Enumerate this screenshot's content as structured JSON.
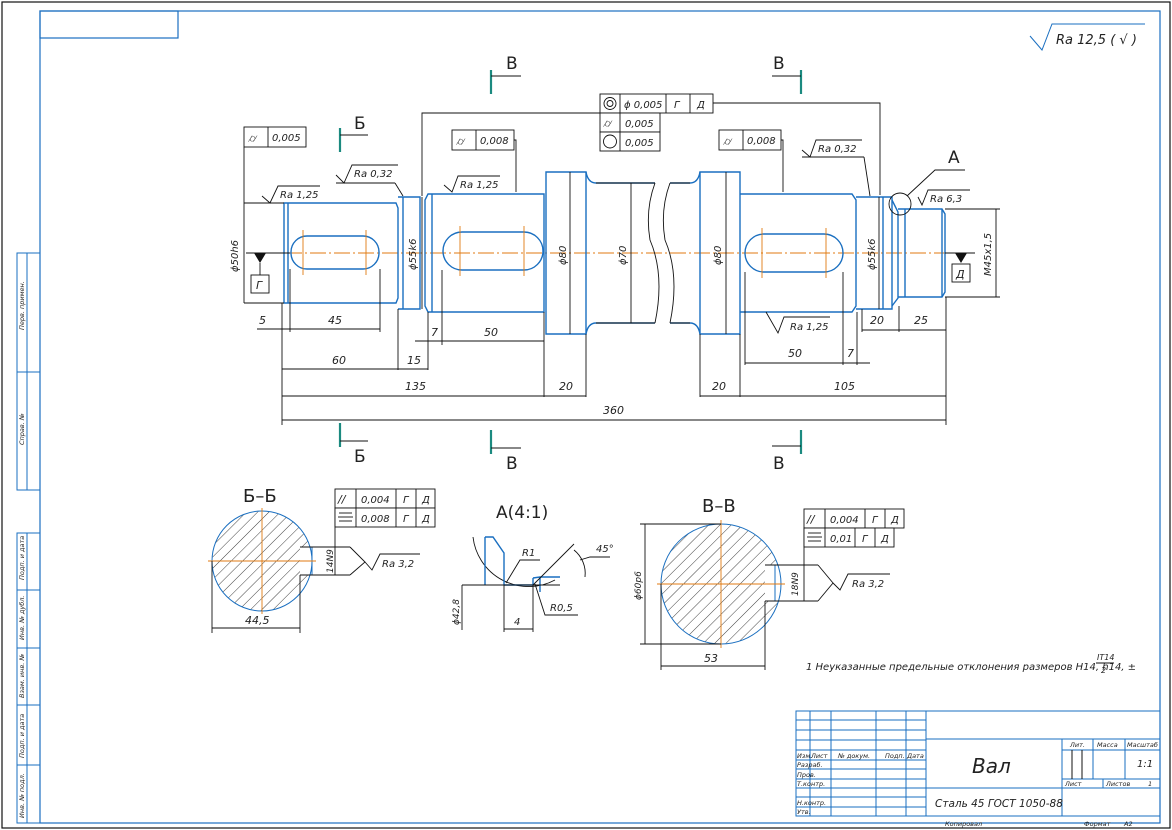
{
  "drawing": {
    "part_name": "Вал",
    "material": "Сталь 45 ГОСТ 1050-88",
    "general_roughness": "Ra 12,5 ( √ )",
    "note": "1 Неуказанные предельные отклонения размеров H14, h14, ±",
    "note_fraction_num": "IT14",
    "note_fraction_den": "2",
    "colors": {
      "outline": "#1a6fc0",
      "axis": "#e07a10",
      "section_marker": "#1b8a80",
      "dim": "#111111"
    }
  },
  "section_markers": {
    "b_top": "Б",
    "b_bottom": "Б",
    "v_top_left": "В",
    "v_top_right": "В",
    "v_bottom_left": "В",
    "v_bottom_right": "В",
    "detail_a": "А"
  },
  "tolerances": {
    "runout_left": {
      "symbol": "runout",
      "value": "0,005"
    },
    "runout_mid_left": {
      "symbol": "runout",
      "value": "0,008"
    },
    "runout_mid_right": {
      "symbol": "runout",
      "value": "0,008"
    },
    "center_block": [
      {
        "symbol": "concentricity",
        "value": "ϕ 0,005",
        "datum1": "Г",
        "datum2": "Д"
      },
      {
        "symbol": "cylindricity",
        "value": "0,005"
      },
      {
        "symbol": "roundness",
        "value": "0,005"
      }
    ],
    "section_bb": [
      {
        "symbol": "parallelism",
        "value": "0,004",
        "datum1": "Г",
        "datum2": "Д"
      },
      {
        "symbol": "symmetry",
        "value": "0,008",
        "datum1": "Г",
        "datum2": "Д"
      }
    ],
    "section_vv": [
      {
        "symbol": "parallelism",
        "value": "0,004",
        "datum1": "Г",
        "datum2": "Д"
      },
      {
        "symbol": "symmetry",
        "value": "0,01",
        "datum1": "Г",
        "datum2": "Д"
      }
    ],
    "datum_left": "Г",
    "datum_right": "Д"
  },
  "roughness": {
    "r1": "Ra 1,25",
    "r2": "Ra 0,32",
    "r3": "Ra 1,25",
    "r4": "Ra 0,32",
    "r5": "Ra 6,3",
    "r6": "Ra 1,25",
    "r_bb": "Ra 3,2",
    "r_vv": "Ra 3,2"
  },
  "diameters": {
    "d1": "ϕ50h6",
    "d2": "ϕ55k6",
    "d3": "ϕ80",
    "d4": "ϕ70",
    "d5": "ϕ80",
    "d6": "ϕ55k6",
    "thread": "M45x1,5"
  },
  "dimensions": {
    "d5": "5",
    "d45": "45",
    "d7a": "7",
    "d50a": "50",
    "d60": "60",
    "d15": "15",
    "d135": "135",
    "d20a": "20",
    "d20b": "20",
    "d105": "105",
    "d360": "360",
    "d20c": "20",
    "d25": "25",
    "d50b": "50",
    "d7b": "7"
  },
  "section_bb": {
    "title": "Б–Б",
    "width": "44,5",
    "key": "14N9"
  },
  "section_vv": {
    "title": "В–В",
    "width": "53",
    "key": "18N9",
    "diameter": "ϕ60р6"
  },
  "detail": {
    "title": "А(4:1)",
    "r1": "R1",
    "r05": "R0,5",
    "angle": "45°",
    "dia": "ϕ42,8",
    "width": "4"
  },
  "title_block": {
    "headers": [
      "Изм.",
      "Лист",
      "№ докум.",
      "Подп.",
      "Дата"
    ],
    "rows": [
      "Разраб.",
      "Пров.",
      "Т.контр.",
      "",
      "Н.контр.",
      "Утв."
    ],
    "lit_label": "Лит.",
    "mass_label": "Масса",
    "scale_label": "Масштаб",
    "scale_value": "1:1",
    "sheet_label": "Лист",
    "sheets_label": "Листов",
    "sheets_value": "1",
    "copied": "Копировал",
    "format_label": "Формат",
    "format_value": "A2"
  },
  "side_stamps": [
    "Перв. примен.",
    "Справ. №",
    "Подп. и дата",
    "Инв. № дубл.",
    "Взам. инв. №",
    "Подп. и дата",
    "Инв. № подл."
  ]
}
